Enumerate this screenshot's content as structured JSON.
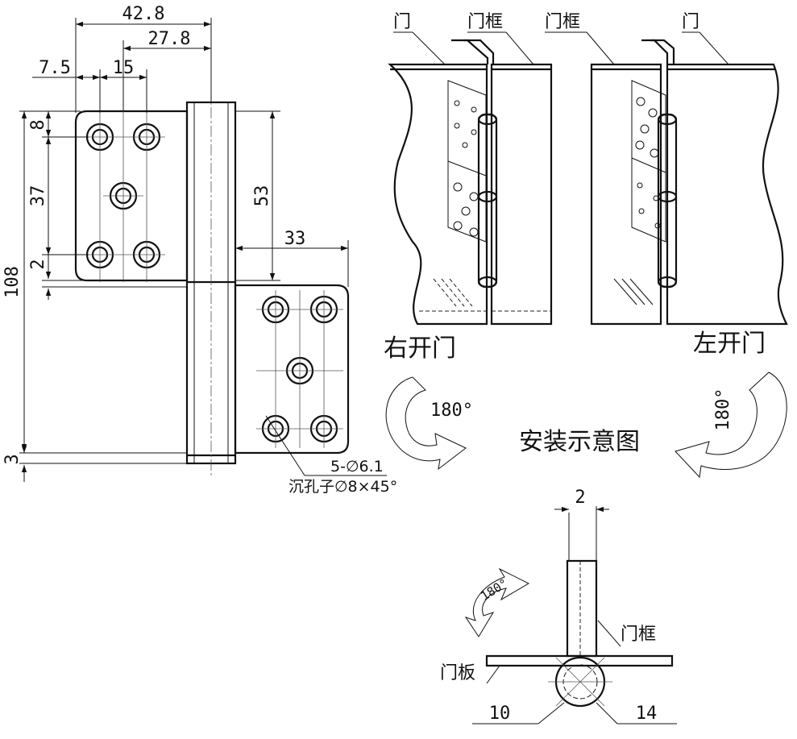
{
  "dimensions": {
    "d_42_8": "42.8",
    "d_27_8": "27.8",
    "d_7_5": "7.5",
    "d_15": "15",
    "d_8": "8",
    "d_37": "37",
    "d_2_left": "2",
    "d_108": "108",
    "d_3": "3",
    "d_53": "53",
    "d_33": "33",
    "d_2_top": "2",
    "d_10": "10",
    "d_14": "14",
    "rot_180": "180°"
  },
  "hole_note": {
    "line1": "5-∅6.1",
    "line2": "沉孔子∅8×45°"
  },
  "labels": {
    "door": "门",
    "frame": "门框",
    "door_panel": "门板",
    "right_open": "右开门",
    "left_open": "左开门",
    "install_title": "安装示意图"
  },
  "colors": {
    "line": "#111111",
    "background": "#ffffff"
  }
}
